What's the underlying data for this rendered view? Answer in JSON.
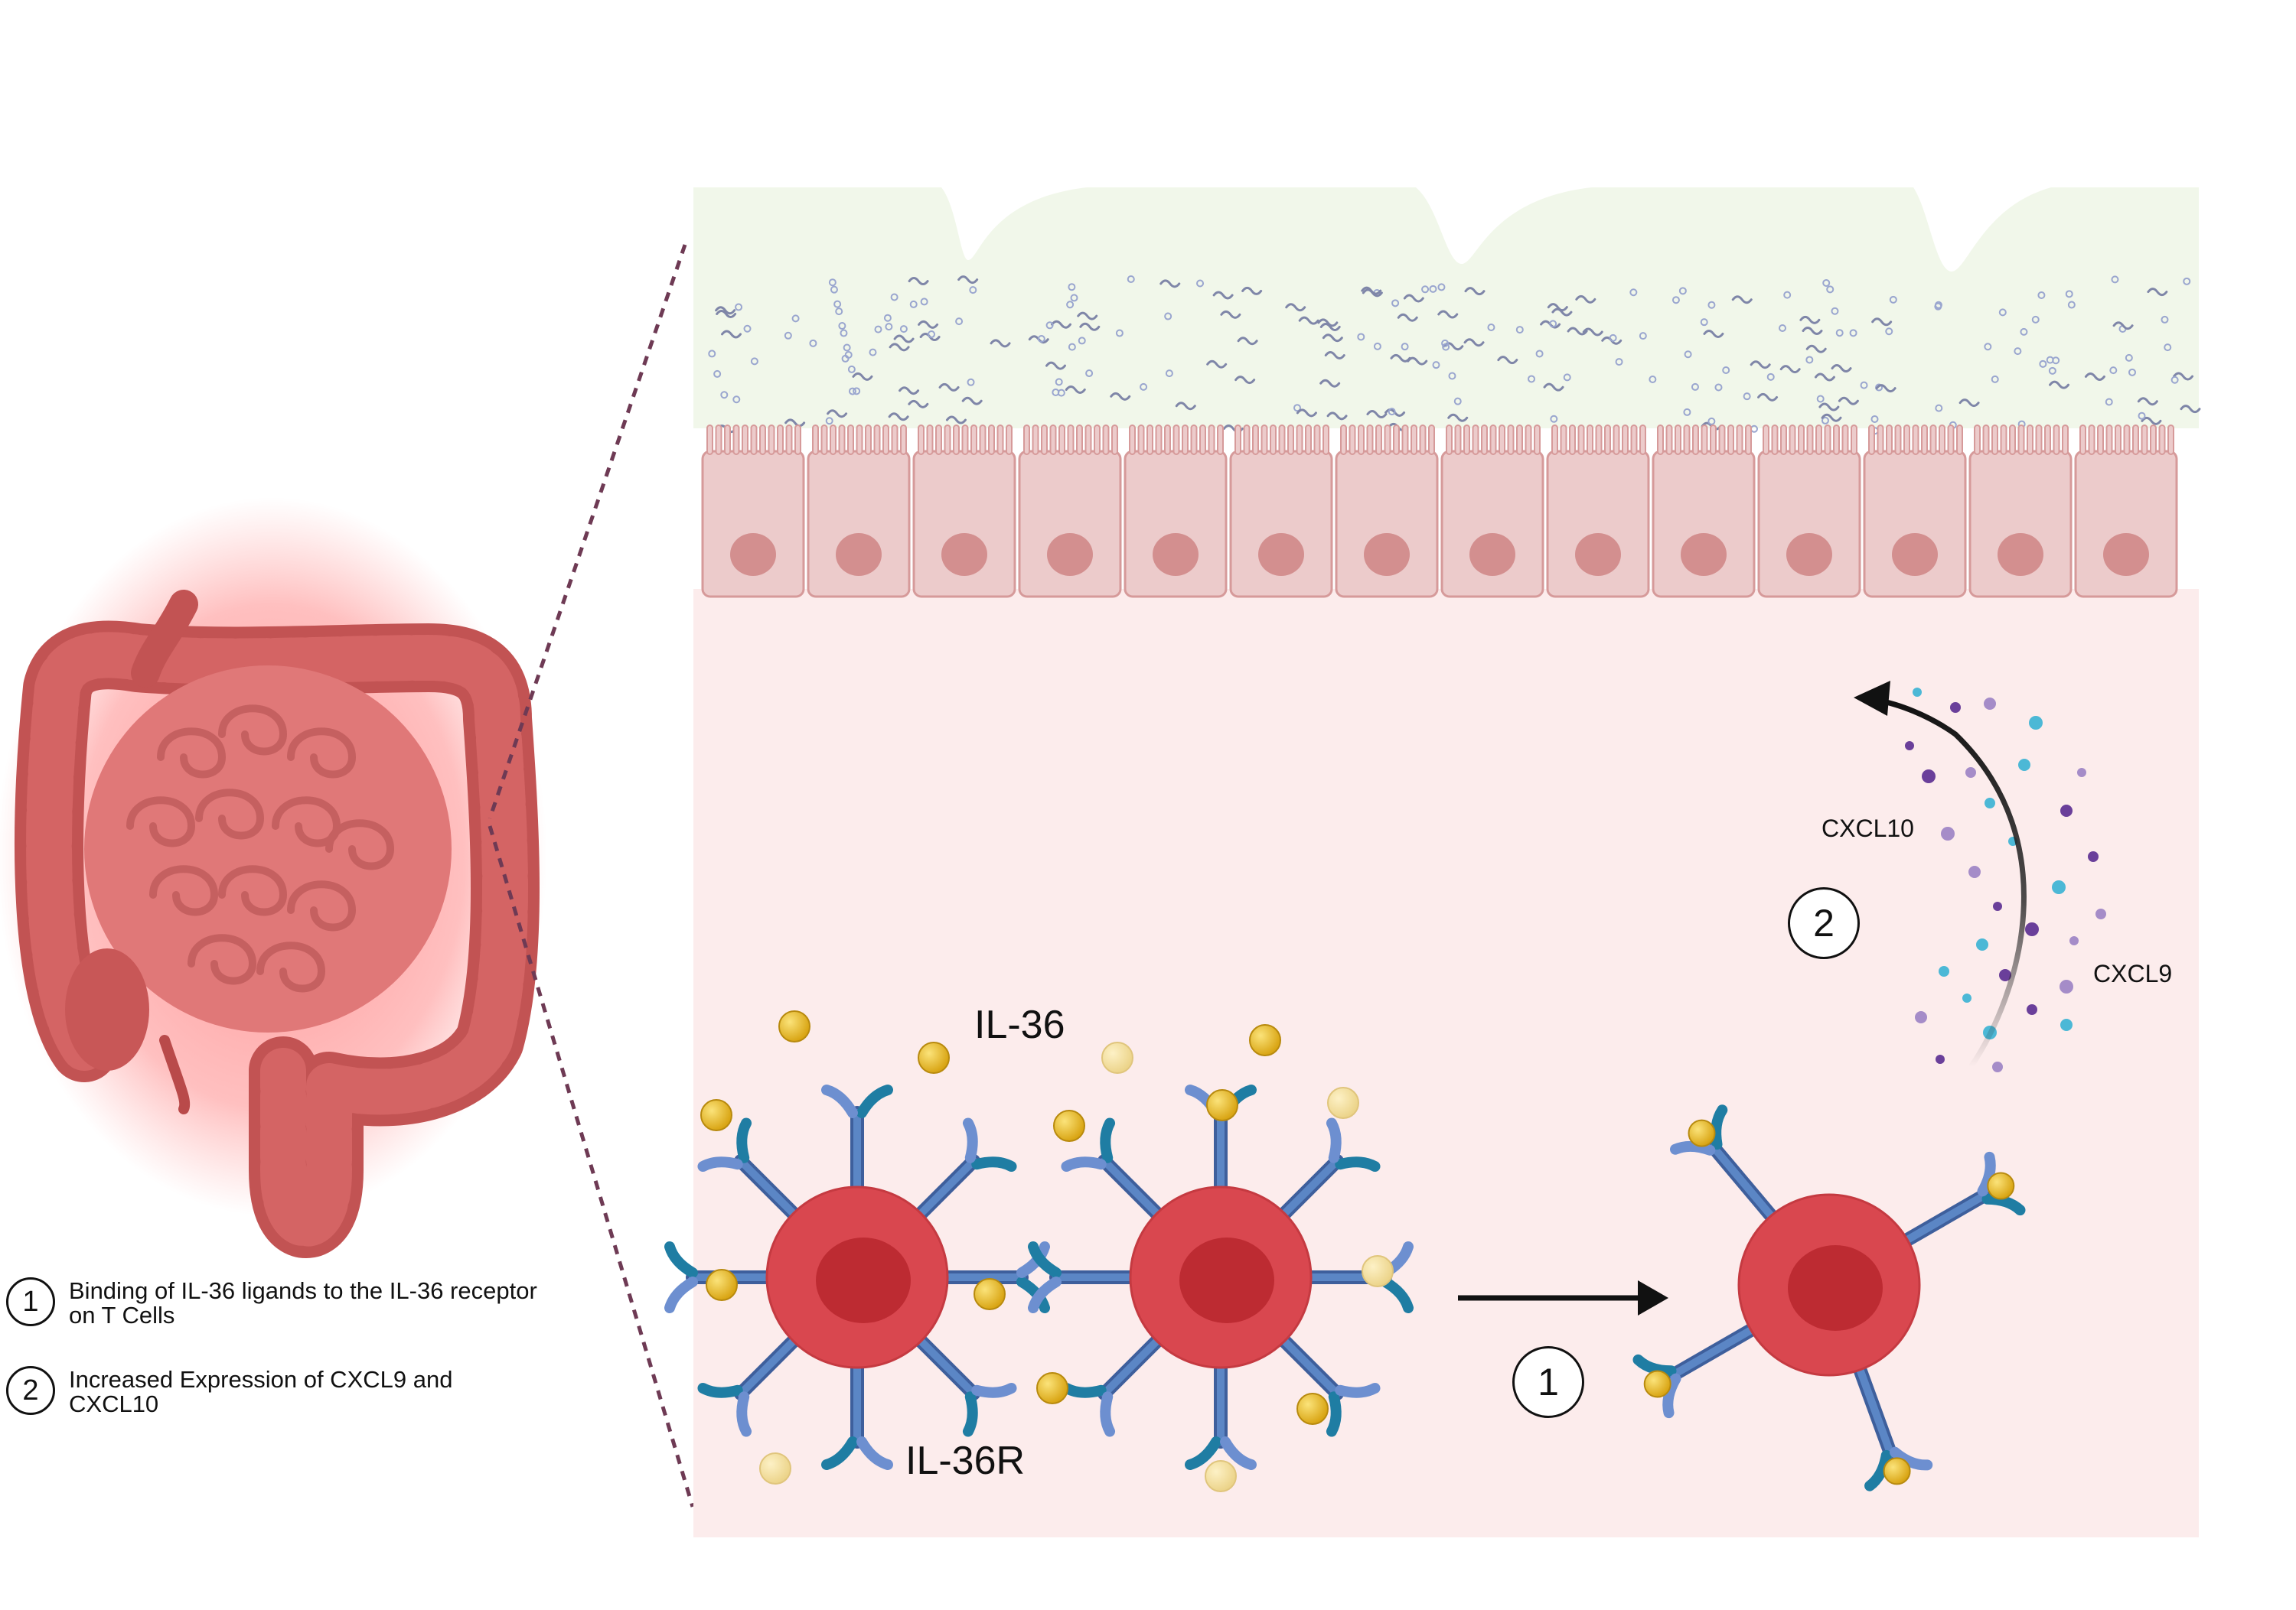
{
  "labels": {
    "ligand": "IL-36",
    "receptor": "IL-36R",
    "chemokine_a": "CXCL10",
    "chemokine_b": "CXCL9"
  },
  "steps": {
    "step1": "1",
    "step2": "2"
  },
  "legend": [
    {
      "num": "1",
      "text": "Binding of IL-36 ligands to the IL-36 receptor on T Cells"
    },
    {
      "num": "2",
      "text": "Increased Expression of CXCL9 and CXCL10"
    }
  ],
  "colors": {
    "lumen": "#f1f7ea",
    "epithelium": "#eccbcb",
    "nucleus": "#d38f8f",
    "lamina_propria": "#fcecec",
    "t_cell": "#d9474f",
    "t_cell_core": "#bd2b32",
    "receptor": "#5b86c5",
    "receptor_tip": "#1f7da3",
    "ligand": "#f2c230",
    "cxcl10": "#4cb8d6",
    "cxcl9": "#6a3f9a",
    "zoom_line": "#6e3a54"
  }
}
